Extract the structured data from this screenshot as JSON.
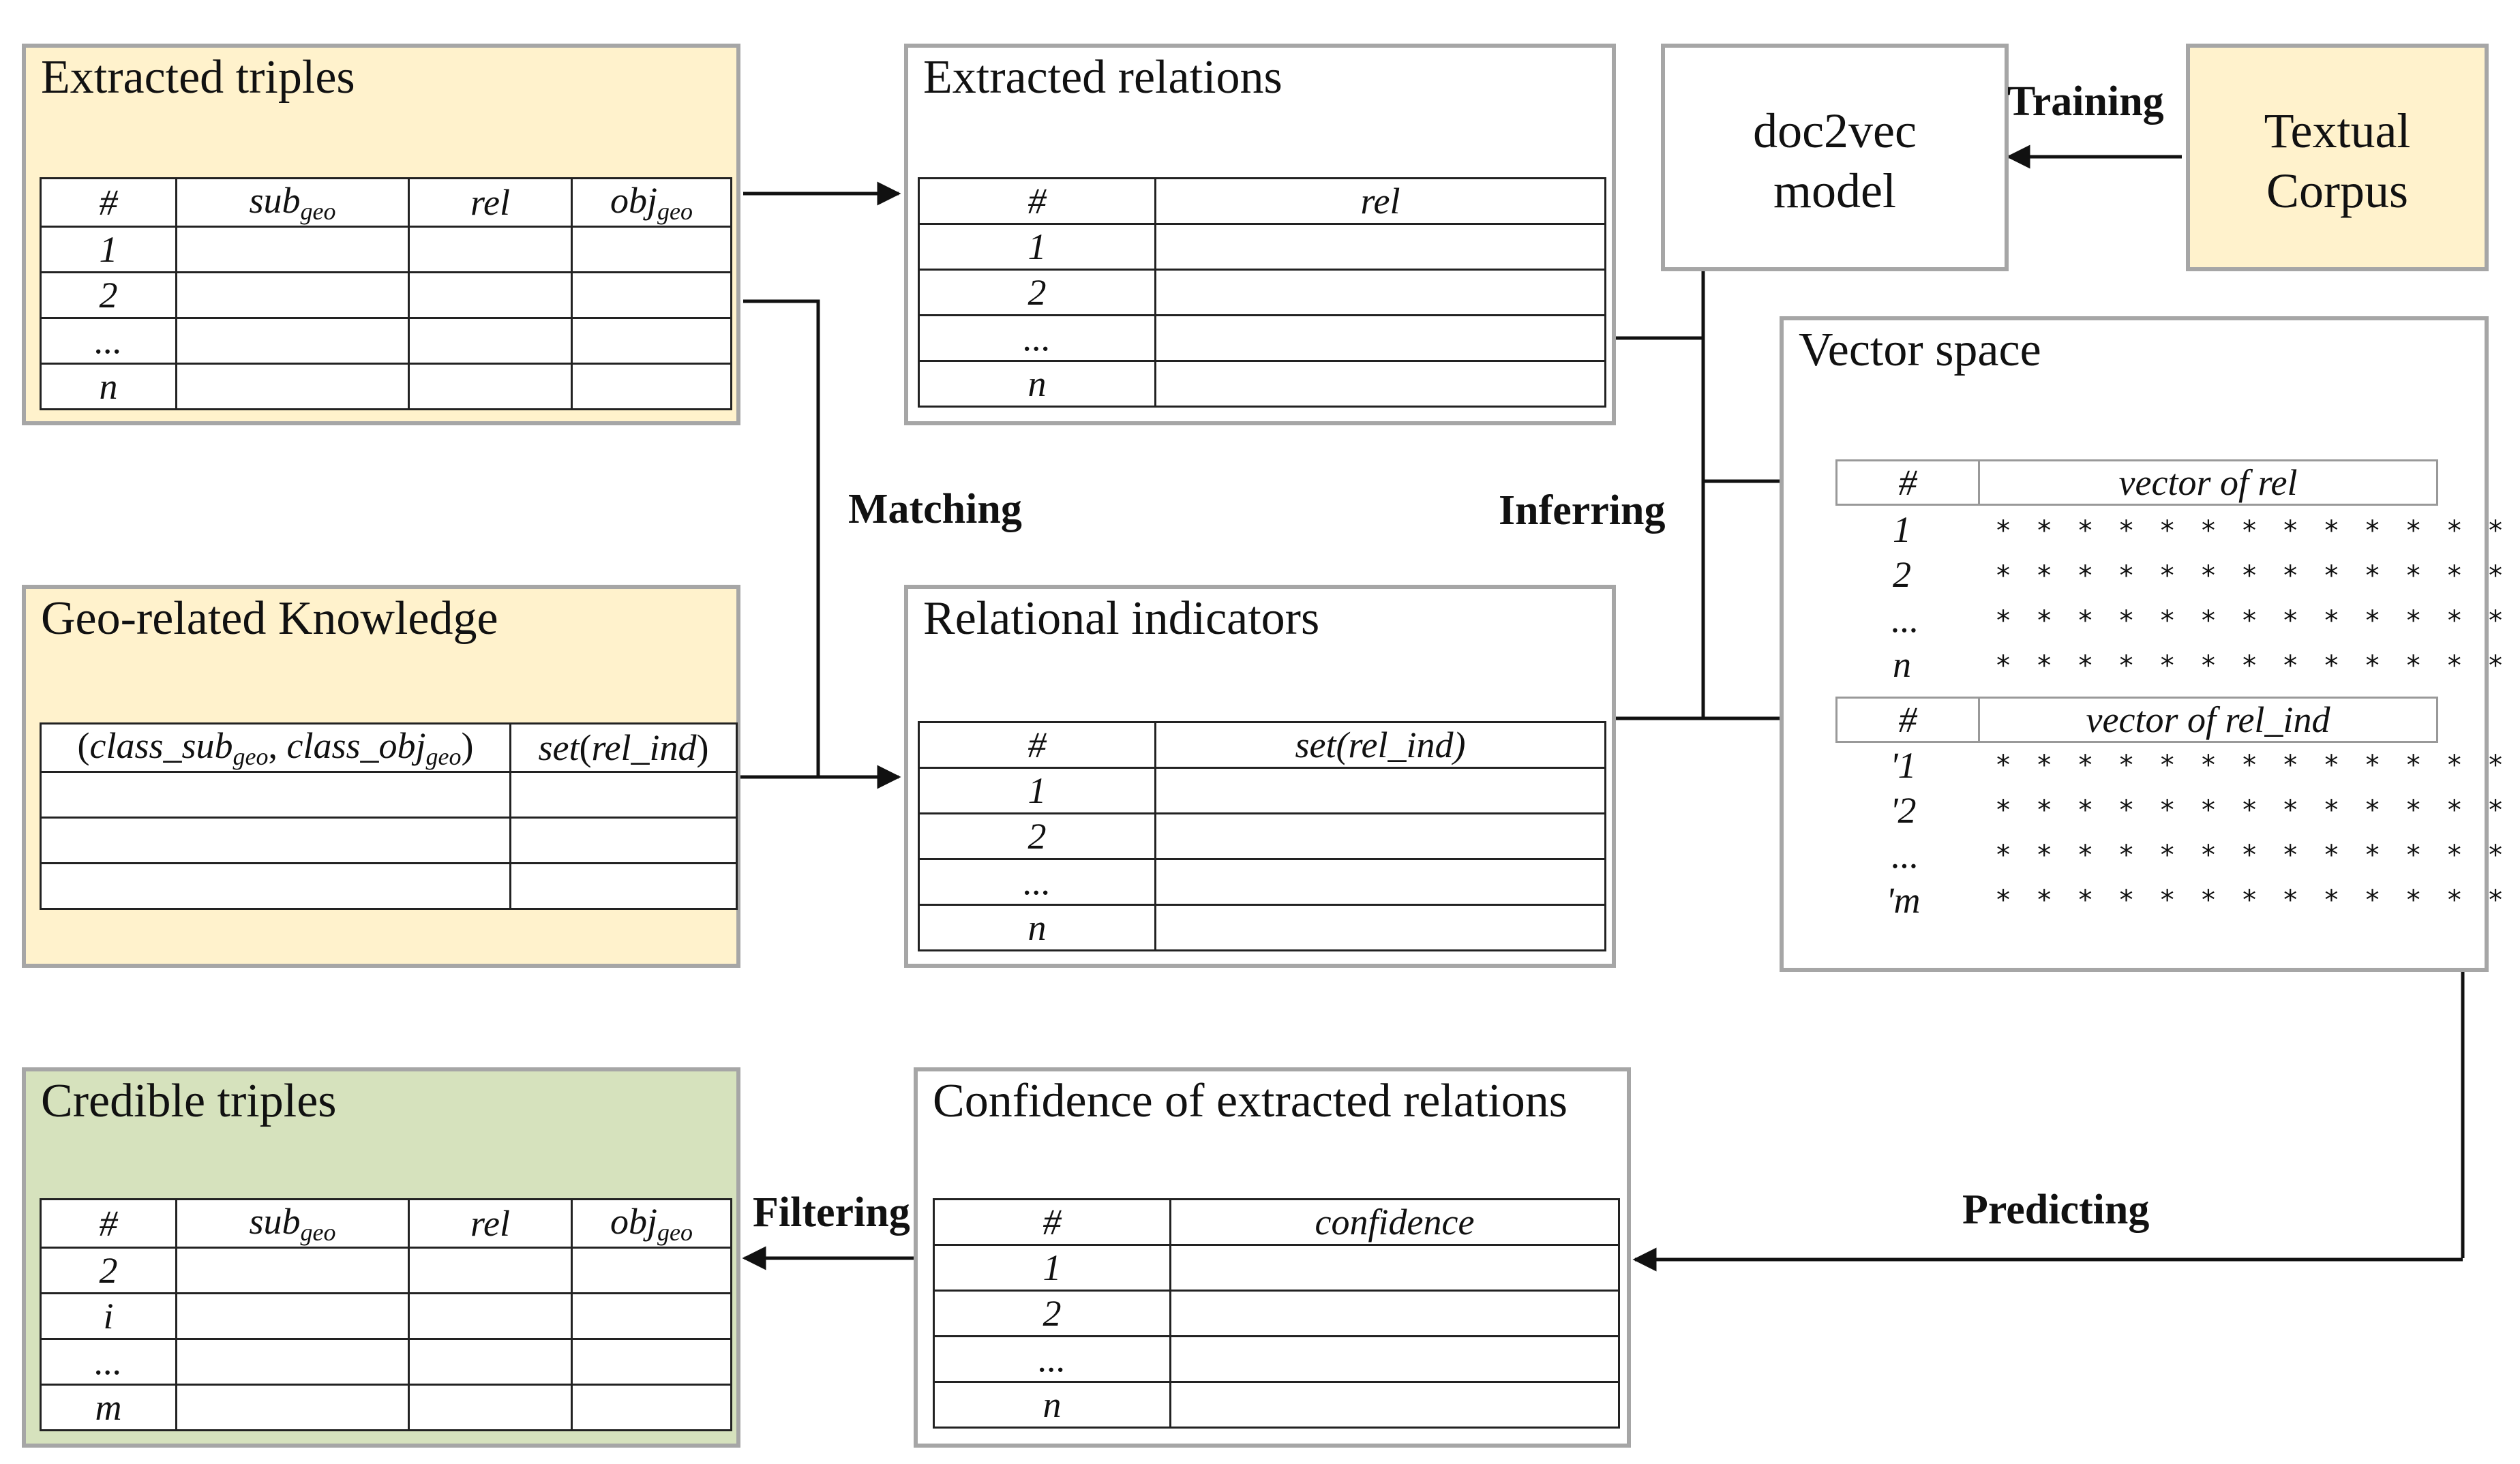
{
  "extracted_triples": {
    "title": "Extracted  triples",
    "headers": [
      "#",
      "sub",
      "geo",
      "rel",
      "obj",
      "geo"
    ],
    "rows": [
      "1",
      "2",
      "...",
      "n"
    ]
  },
  "extracted_relations": {
    "title": "Extracted relations",
    "headers": [
      "#",
      "rel"
    ],
    "rows": [
      "1",
      "2",
      "...",
      "n"
    ]
  },
  "doc2vec": {
    "line1": "doc2vec",
    "line2": "model"
  },
  "corpus": {
    "line1": "Textual",
    "line2": "Corpus"
  },
  "geo_knowledge": {
    "title": "Geo-related Knowledge",
    "h1_a": "(",
    "h1_b": "class_sub",
    "h1_c": "geo",
    "h1_d": ", ",
    "h1_e": "class_obj",
    "h1_f": "geo",
    "h1_g": ")",
    "h2_a": "set",
    "h2_b": "(",
    "h2_c": "rel_ind",
    "h2_d": ")"
  },
  "relational_indicators": {
    "title": "Relational indicators",
    "headers": [
      "#",
      "set(rel_ind)"
    ],
    "rows": [
      "1",
      "2",
      "...",
      "n"
    ]
  },
  "vector_space": {
    "title": "Vector space",
    "head1": [
      "#",
      "vector of rel"
    ],
    "rows1": [
      "1",
      "2",
      "...",
      "n"
    ],
    "head2": [
      "#",
      "vector of rel_ind"
    ],
    "rows2": [
      "'1",
      "'2",
      "...",
      "'m"
    ],
    "stars": "* * * * * * * * * * * * * *"
  },
  "credible_triples": {
    "title": "Credible triples",
    "headers": [
      "#",
      "sub",
      "geo",
      "rel",
      "obj",
      "geo"
    ],
    "rows": [
      "2",
      "i",
      "...",
      "m"
    ]
  },
  "confidence": {
    "title": "Confidence of extracted relations",
    "headers": [
      "#",
      "confidence"
    ],
    "rows": [
      "1",
      "2",
      "...",
      "n"
    ]
  },
  "labels": {
    "training": "Training",
    "matching": "Matching",
    "inferring": "Inferring",
    "predicting": "Predicting",
    "filtering": "Filtering"
  },
  "colors": {
    "yellow": "#fff2cc",
    "green": "#d6e2bd",
    "border": "#a6a6a6"
  }
}
